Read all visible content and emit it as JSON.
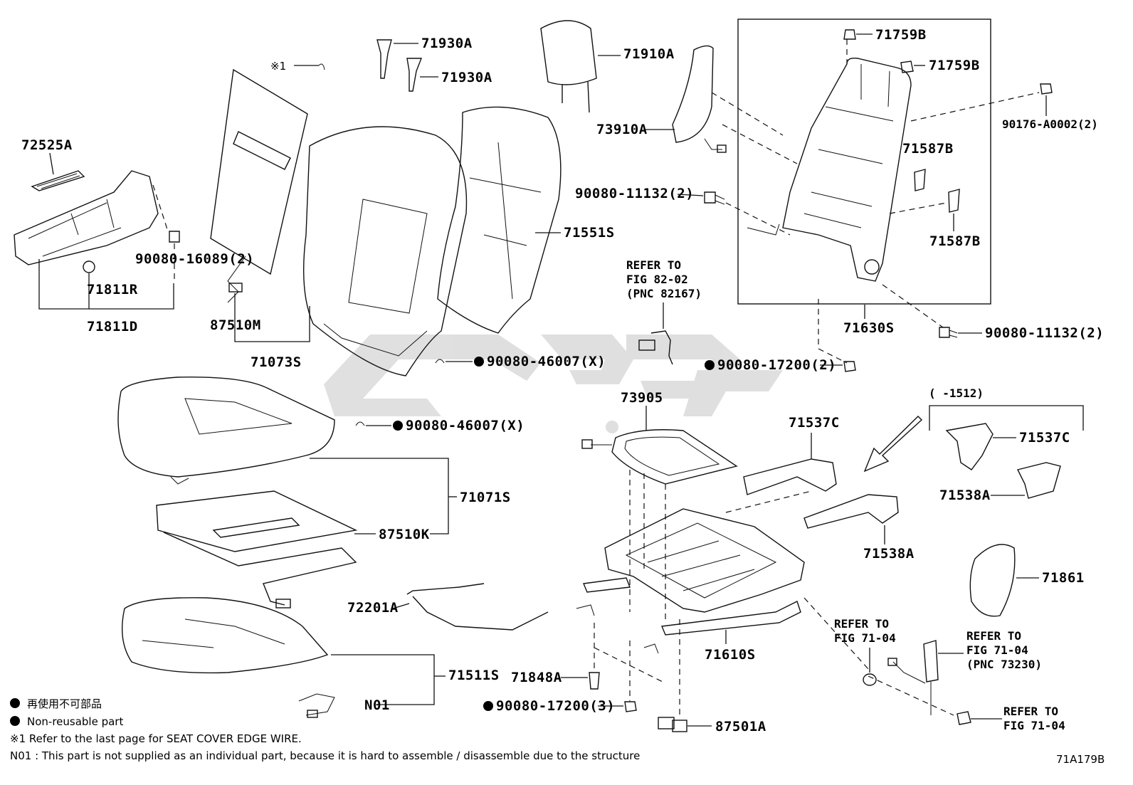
{
  "diagram": {
    "code": "71A179B",
    "watermark_color": "#b4b4b4",
    "labels": {
      "p72525A": "72525A",
      "p71811R": "71811R",
      "p71811D": "71811D",
      "p90080_16089": "90080-16089(2)",
      "ref1": "※1",
      "p71930A_1": "71930A",
      "p71930A_2": "71930A",
      "p87510M": "87510M",
      "p71073S": "71073S",
      "p71910A": "71910A",
      "p73910A": "73910A",
      "p90080_11132_a": "90080-11132(2)",
      "p71551S": "71551S",
      "p71759B_1": "71759B",
      "p71759B_2": "71759B",
      "p90176": "90176-A0002(2)",
      "p71587B_1": "71587B",
      "p71587B_2": "71587B",
      "p71630S": "71630S",
      "p90080_11132_b": "90080-11132(2)",
      "p90080_17200_2": "90080-17200(2)",
      "ref82_1": "REFER TO",
      "ref82_2": "FIG 82-02",
      "ref82_3": "(PNC 82167)",
      "p90080_46007_a": "90080-46007(X)",
      "p90080_46007_b": "90080-46007(X)",
      "p73905": "73905",
      "p71537C_a": "71537C",
      "p71537C_b": "71537C",
      "range": "(      -1512)",
      "p71538A_a": "71538A",
      "p71538A_b": "71538A",
      "p71071S": "71071S",
      "p87510K": "87510K",
      "p72201A": "72201A",
      "p71610S": "71610S",
      "p71861": "71861",
      "ref71_a1": "REFER TO",
      "ref71_a2": "FIG 71-04",
      "ref71_b1": "REFER TO",
      "ref71_b2": "FIG 71-04",
      "ref71_b3": "(PNC 73230)",
      "ref71_c1": "REFER TO",
      "ref71_c2": "FIG 71-04",
      "p71511S": "71511S",
      "p71848A": "71848A",
      "pN01": "N01",
      "p90080_17200_3": "90080-17200(3)",
      "p87501A": "87501A"
    },
    "legend": {
      "jp": "再使用不可部品",
      "en": "Non-reusable part",
      "note1": "※1  Refer to the last page for SEAT COVER EDGE WIRE.",
      "note2": "N01 : This part is not supplied as an individual part, because it is hard to assemble / disassemble due to the structure"
    }
  }
}
